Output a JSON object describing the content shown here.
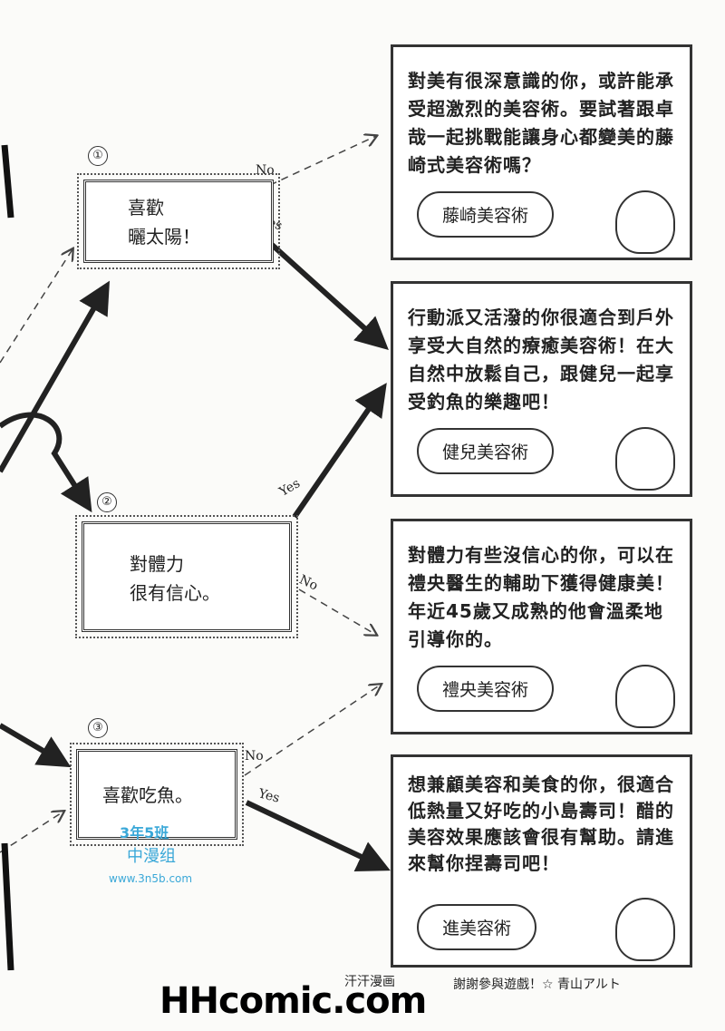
{
  "questions": [
    {
      "number": "①",
      "text": "喜歡\n曬太陽！"
    },
    {
      "number": "②",
      "text": "對體力\n很有信心。"
    },
    {
      "number": "③",
      "text": "喜歡吃魚。"
    }
  ],
  "edge_labels": {
    "no": "No",
    "yes": "Yes"
  },
  "results": [
    {
      "text": "對美有很深意識的你，或許能承受超激烈的美容術。要試著跟卓哉一起挑戰能讓身心都變美的藤崎式美容術嗎？",
      "label": "藤崎美容術"
    },
    {
      "text": "行動派又活潑的你很適合到戶外享受大自然的療癒美容術！在大自然中放鬆自己，跟健兒一起享受釣魚的樂趣吧！",
      "label": "健兒美容術"
    },
    {
      "text": "對體力有些沒信心的你，可以在禮央醫生的輔助下獲得健康美！年近45歲又成熟的他會溫柔地引導你的。",
      "label": "禮央美容術"
    },
    {
      "text": "想兼顧美容和美食的你，很適合低熱量又好吃的小島壽司！醋的美容效果應該會很有幫助。請進來幫你捏壽司吧！",
      "label": "進美容術"
    }
  ],
  "footer": {
    "thanks": "謝謝參與遊戲！☆ 青山アルト"
  },
  "watermarks": {
    "site": "HHcomic.com",
    "site_cn": "汗汗漫画",
    "group": "3年5班",
    "group_cn": "中漫组",
    "group_url": "www.3n5b.com"
  }
}
